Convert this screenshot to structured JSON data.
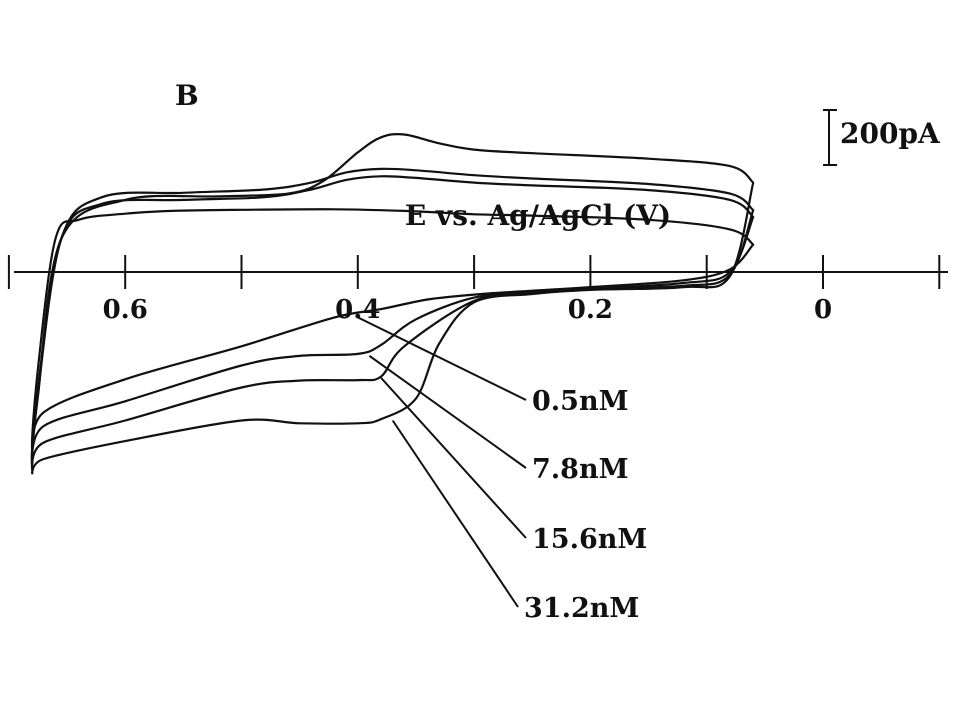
{
  "chart_data": {
    "type": "line",
    "panel_label": "B",
    "xlabel": "E vs. Ag/AgCl (V)",
    "x_direction": "decreasing-to-right",
    "xlim": [
      0.7,
      -0.1
    ],
    "xticks": [
      0.7,
      0.6,
      0.5,
      0.4,
      0.3,
      0.2,
      0.1,
      0.0,
      -0.1
    ],
    "xtick_labels": [
      {
        "value": 0.6,
        "label": "0.6"
      },
      {
        "value": 0.4,
        "label": "0.4"
      },
      {
        "value": 0.2,
        "label": "0.2"
      },
      {
        "value": 0.0,
        "label": "0"
      }
    ],
    "ylim": [
      -1000,
      550
    ],
    "y_units": "pA",
    "scale_bar": {
      "label": "200pA",
      "value": 200
    },
    "grid": false,
    "series": [
      {
        "name": "0.5nM",
        "forward": [
          [
            0.06,
            100
          ],
          [
            0.08,
            155
          ],
          [
            0.15,
            190
          ],
          [
            0.25,
            205
          ],
          [
            0.3,
            210
          ],
          [
            0.36,
            222
          ],
          [
            0.42,
            228
          ],
          [
            0.5,
            226
          ],
          [
            0.56,
            222
          ],
          [
            0.6,
            212
          ],
          [
            0.64,
            190
          ],
          [
            0.66,
            120
          ]
        ],
        "reverse": [
          [
            0.66,
            120
          ],
          [
            0.675,
            -350
          ],
          [
            0.68,
            -650
          ],
          [
            0.67,
            -510
          ],
          [
            0.6,
            -390
          ],
          [
            0.5,
            -270
          ],
          [
            0.42,
            -165
          ],
          [
            0.38,
            -135
          ],
          [
            0.34,
            -100
          ],
          [
            0.3,
            -82
          ],
          [
            0.25,
            -68
          ],
          [
            0.2,
            -55
          ],
          [
            0.12,
            -30
          ],
          [
            0.08,
            10
          ],
          [
            0.06,
            100
          ]
        ]
      },
      {
        "name": "7.8nM",
        "forward": [
          [
            0.06,
            200
          ],
          [
            0.08,
            262
          ],
          [
            0.15,
            298
          ],
          [
            0.25,
            315
          ],
          [
            0.3,
            325
          ],
          [
            0.35,
            342
          ],
          [
            0.38,
            348
          ],
          [
            0.41,
            335
          ],
          [
            0.44,
            300
          ],
          [
            0.48,
            272
          ],
          [
            0.55,
            262
          ],
          [
            0.62,
            248
          ],
          [
            0.655,
            120
          ]
        ],
        "reverse": [
          [
            0.655,
            120
          ],
          [
            0.675,
            -420
          ],
          [
            0.68,
            -690
          ],
          [
            0.67,
            -560
          ],
          [
            0.6,
            -470
          ],
          [
            0.5,
            -340
          ],
          [
            0.45,
            -305
          ],
          [
            0.4,
            -298
          ],
          [
            0.38,
            -265
          ],
          [
            0.35,
            -172
          ],
          [
            0.3,
            -93
          ],
          [
            0.25,
            -73
          ],
          [
            0.2,
            -60
          ],
          [
            0.12,
            -40
          ],
          [
            0.08,
            0
          ],
          [
            0.06,
            200
          ]
        ]
      },
      {
        "name": "15.6nM",
        "forward": [
          [
            0.06,
            225
          ],
          [
            0.08,
            285
          ],
          [
            0.15,
            320
          ],
          [
            0.25,
            340
          ],
          [
            0.3,
            352
          ],
          [
            0.35,
            370
          ],
          [
            0.38,
            375
          ],
          [
            0.41,
            362
          ],
          [
            0.44,
            325
          ],
          [
            0.48,
            300
          ],
          [
            0.55,
            288
          ],
          [
            0.62,
            272
          ],
          [
            0.655,
            120
          ]
        ],
        "reverse": [
          [
            0.655,
            120
          ],
          [
            0.675,
            -440
          ],
          [
            0.68,
            -705
          ],
          [
            0.67,
            -620
          ],
          [
            0.6,
            -540
          ],
          [
            0.5,
            -420
          ],
          [
            0.45,
            -395
          ],
          [
            0.4,
            -393
          ],
          [
            0.38,
            -380
          ],
          [
            0.36,
            -270
          ],
          [
            0.3,
            -105
          ],
          [
            0.25,
            -75
          ],
          [
            0.2,
            -60
          ],
          [
            0.12,
            -50
          ],
          [
            0.08,
            -10
          ],
          [
            0.06,
            225
          ]
        ]
      },
      {
        "name": "31.2nM",
        "forward": [
          [
            0.06,
            325
          ],
          [
            0.08,
            385
          ],
          [
            0.15,
            412
          ],
          [
            0.25,
            432
          ],
          [
            0.3,
            445
          ],
          [
            0.33,
            468
          ],
          [
            0.36,
            500
          ],
          [
            0.38,
            490
          ],
          [
            0.4,
            435
          ],
          [
            0.43,
            330
          ],
          [
            0.46,
            285
          ],
          [
            0.52,
            275
          ],
          [
            0.6,
            262
          ],
          [
            0.655,
            120
          ]
        ],
        "reverse": [
          [
            0.655,
            120
          ],
          [
            0.675,
            -450
          ],
          [
            0.68,
            -720
          ],
          [
            0.67,
            -680
          ],
          [
            0.6,
            -615
          ],
          [
            0.5,
            -540
          ],
          [
            0.45,
            -550
          ],
          [
            0.4,
            -550
          ],
          [
            0.38,
            -535
          ],
          [
            0.35,
            -460
          ],
          [
            0.33,
            -260
          ],
          [
            0.3,
            -110
          ],
          [
            0.25,
            -80
          ],
          [
            0.2,
            -65
          ],
          [
            0.12,
            -55
          ],
          [
            0.08,
            -15
          ],
          [
            0.06,
            325
          ]
        ]
      }
    ],
    "annotations": [
      {
        "series": "0.5nM",
        "x": 0.4,
        "y": -165,
        "text": "0.5nM"
      },
      {
        "series": "7.8nM",
        "x": 0.39,
        "y": -305,
        "text": "7.8nM"
      },
      {
        "series": "15.6nM",
        "x": 0.38,
        "y": -385,
        "text": "15.6nM"
      },
      {
        "series": "31.2nM",
        "x": 0.37,
        "y": -540,
        "text": "31.2nM"
      }
    ]
  }
}
